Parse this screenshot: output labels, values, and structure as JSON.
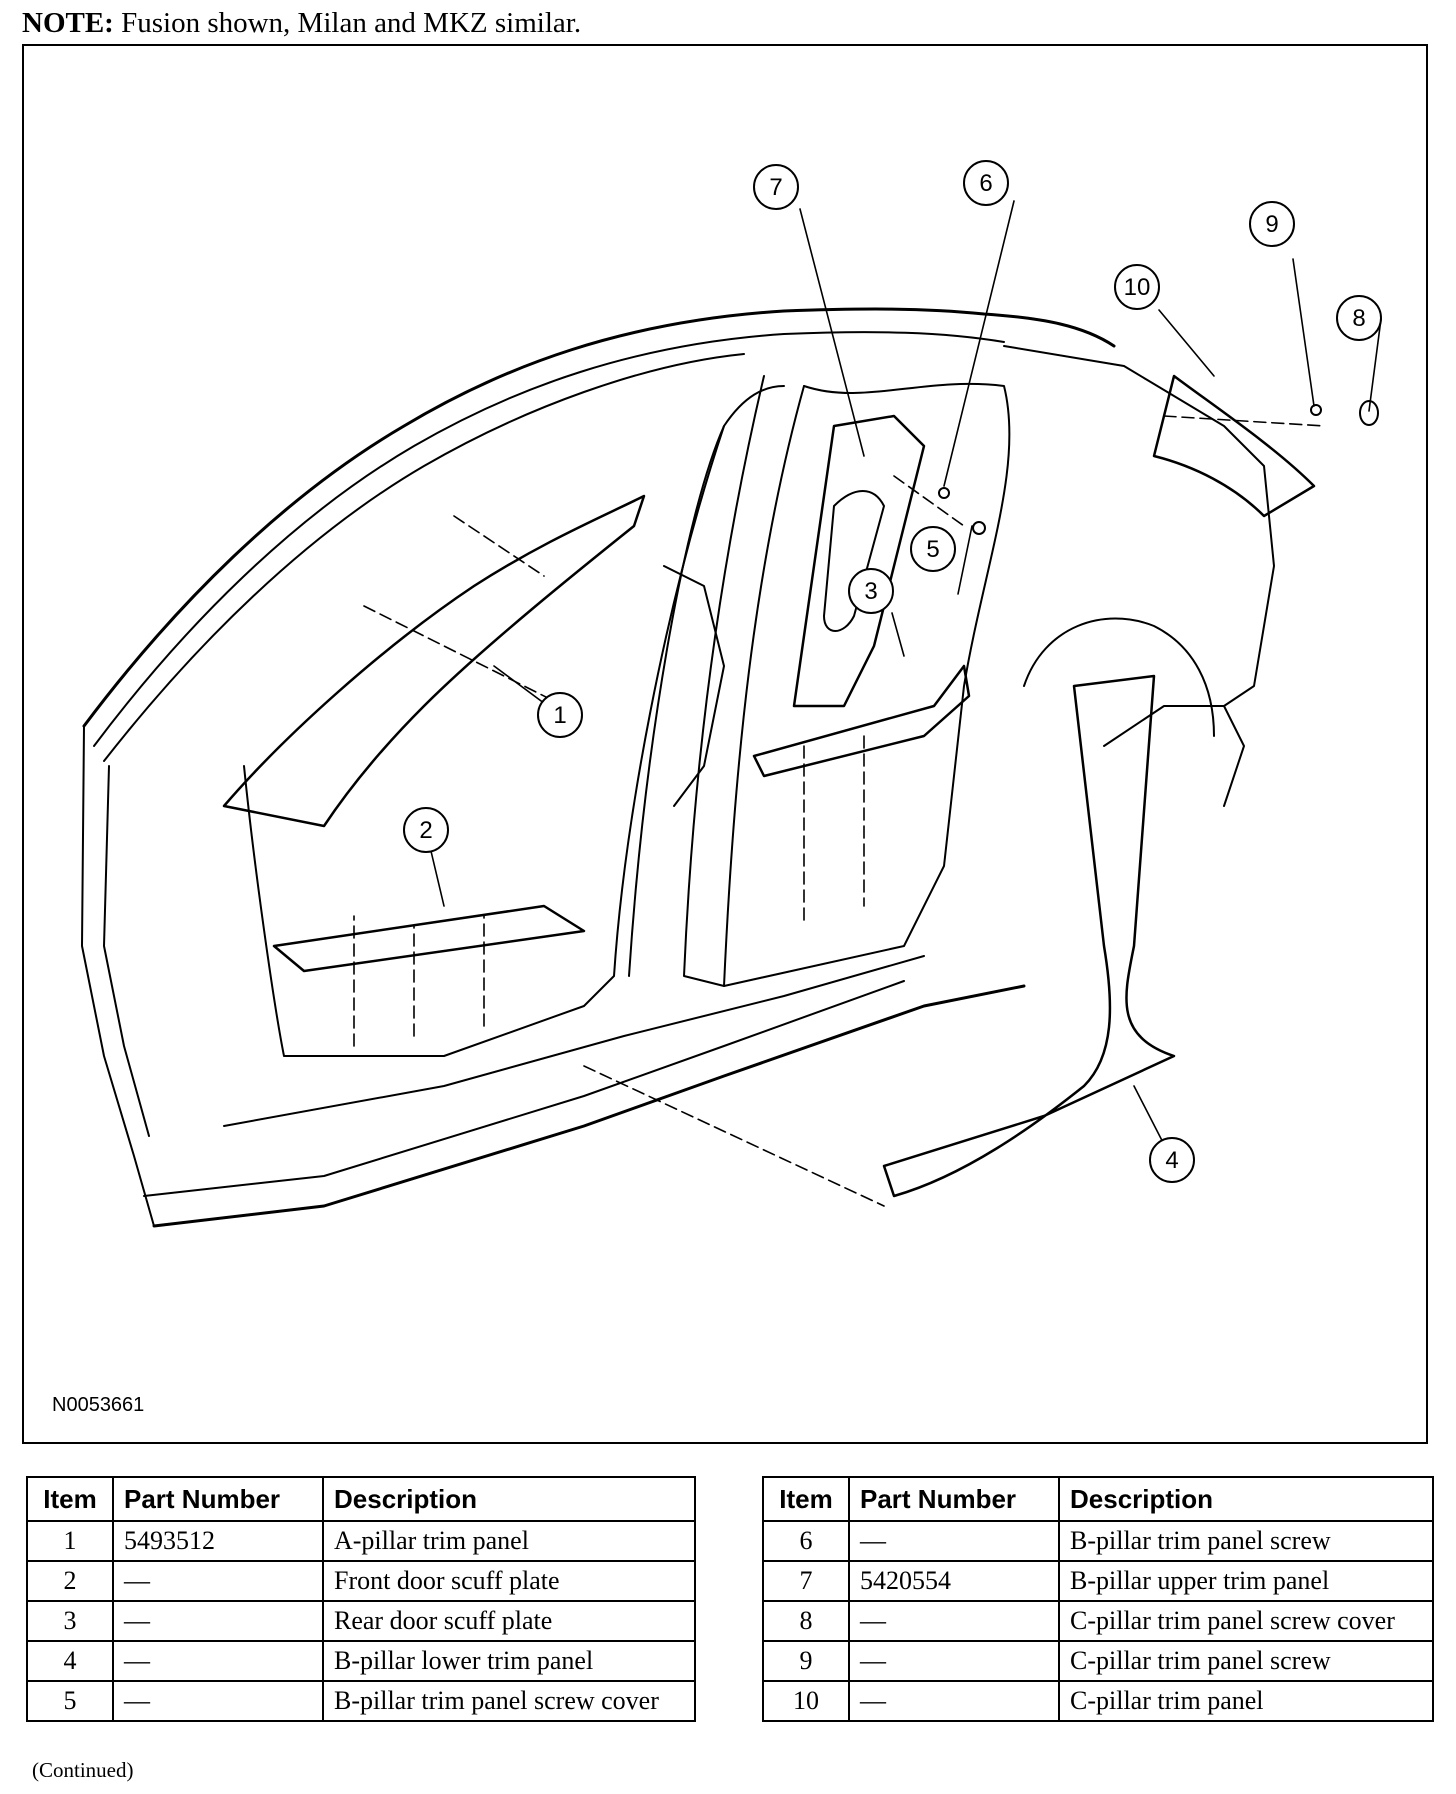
{
  "note": {
    "label": "NOTE:",
    "text": "Fusion shown, Milan and MKZ similar."
  },
  "figure": {
    "id": "N0053661",
    "callouts": [
      "1",
      "2",
      "3",
      "4",
      "5",
      "6",
      "7",
      "8",
      "9",
      "10"
    ]
  },
  "table": {
    "headers": {
      "item": "Item",
      "part_number": "Part Number",
      "description": "Description"
    },
    "left_rows": [
      {
        "item": "1",
        "part_number": "5493512",
        "description": "A-pillar trim panel"
      },
      {
        "item": "2",
        "part_number": "—",
        "description": "Front door scuff plate"
      },
      {
        "item": "3",
        "part_number": "—",
        "description": "Rear door scuff plate"
      },
      {
        "item": "4",
        "part_number": "—",
        "description": "B-pillar lower trim panel"
      },
      {
        "item": "5",
        "part_number": "—",
        "description": "B-pillar trim panel screw cover"
      }
    ],
    "right_rows": [
      {
        "item": "6",
        "part_number": "—",
        "description": "B-pillar trim panel screw"
      },
      {
        "item": "7",
        "part_number": "5420554",
        "description": "B-pillar upper trim panel"
      },
      {
        "item": "8",
        "part_number": "—",
        "description": "C-pillar trim panel screw cover"
      },
      {
        "item": "9",
        "part_number": "—",
        "description": "C-pillar trim panel screw"
      },
      {
        "item": "10",
        "part_number": "—",
        "description": "C-pillar trim panel"
      }
    ]
  },
  "footer": {
    "continued": "(Continued)"
  }
}
